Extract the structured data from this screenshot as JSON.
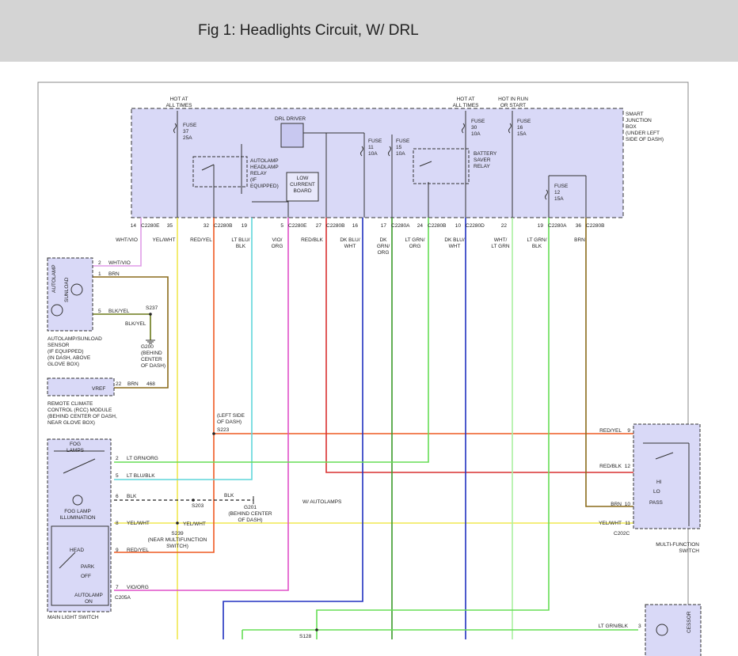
{
  "header": {
    "title": "Fig 1: Headlights Circuit, W/ DRL"
  },
  "sjb": {
    "hot_left": [
      "HOT AT",
      "ALL TIMES"
    ],
    "hot_right": [
      "HOT AT",
      "ALL TIMES"
    ],
    "hot_run": [
      "HOT IN RUN",
      "OR START"
    ],
    "name": [
      "SMART",
      "JUNCTION",
      "BOX",
      "(UNDER LEFT",
      "SIDE OF DASH)"
    ],
    "fuse37": [
      "FUSE",
      "37",
      "25A"
    ],
    "fuse30": [
      "FUSE",
      "30",
      "10A"
    ],
    "fuse16": [
      "FUSE",
      "16",
      "15A"
    ],
    "fuse11": [
      "FUSE",
      "11",
      "10A"
    ],
    "fuse15": [
      "FUSE",
      "15",
      "10A"
    ],
    "fuse12": [
      "FUSE",
      "12",
      "15A"
    ],
    "drl_driver": "DRL DRIVER",
    "autolamp_relay": [
      "AUTOLAMP",
      "HEADLAMP",
      "RELAY",
      "(IF",
      "EQUIPPED)"
    ],
    "low_current": [
      "LOW",
      "CURRENT",
      "BOARD"
    ],
    "battery_saver": [
      "BATTERY",
      "SAVER",
      "RELAY"
    ]
  },
  "pins": [
    {
      "num": "14",
      "conn": "C2280E"
    },
    {
      "num": "35",
      "conn": ""
    },
    {
      "num": "32",
      "conn": "C2280B"
    },
    {
      "num": "19",
      "conn": ""
    },
    {
      "num": "5",
      "conn": "C2280E"
    },
    {
      "num": "27",
      "conn": "C2280B"
    },
    {
      "num": "16",
      "conn": ""
    },
    {
      "num": "17",
      "conn": "C2280A"
    },
    {
      "num": "24",
      "conn": "C2280B"
    },
    {
      "num": "10",
      "conn": "C2280D"
    },
    {
      "num": "22",
      "conn": ""
    },
    {
      "num": "19",
      "conn": "C2280A"
    },
    {
      "num": "36",
      "conn": "C2280B"
    }
  ],
  "wire_labels": [
    [
      "WHT/VIO"
    ],
    [
      "YEL/WHT"
    ],
    [
      "RED/YEL"
    ],
    [
      "LT BLU/",
      "BLK"
    ],
    [
      "VIO/",
      "ORG"
    ],
    [
      "RED/BLK"
    ],
    [
      "DK BLU/",
      "WHT"
    ],
    [
      "DK",
      "GRN/",
      "ORG"
    ],
    [
      "LT GRN/",
      "ORG"
    ],
    [
      "DK BLU/",
      "WHT"
    ],
    [
      "WHT/",
      "LT GRN"
    ],
    [
      "LT GRN/",
      "BLK"
    ],
    [
      "BRN"
    ]
  ],
  "sensor": {
    "autolamp": "AUTOLAMP",
    "sunload": "SUNLOAD",
    "name": [
      "AUTOLAMP/SUNLOAD",
      "SENSOR",
      "(IF EQUIPPED)",
      "(IN DASH, ABOVE",
      "GLOVE BOX)"
    ],
    "pins": [
      {
        "num": "2",
        "wire": "WHT/VIO"
      },
      {
        "num": "1",
        "wire": "BRN"
      },
      {
        "num": "5",
        "wire": "BLK/YEL"
      }
    ],
    "splice": "S237",
    "ground_wire": "BLK/YEL",
    "ground": [
      "G200",
      "(BEHIND",
      "CENTER",
      "OF DASH)"
    ]
  },
  "rcc": {
    "vref": "VREF",
    "pin": "22",
    "wire": "BRN",
    "circuit": "468",
    "name": [
      "REMOTE CLIMATE",
      "CONTROL (RCC) MODULE",
      "(BEHIND CENTER OF DASH,",
      "NEAR GLOVE BOX)"
    ]
  },
  "s223": {
    "note": [
      "(LEFT SIDE",
      "OF DASH)"
    ],
    "id": "S223"
  },
  "mls": {
    "fog_lamps": [
      "FOG",
      "LAMPS"
    ],
    "fog_illum": [
      "FOG LAMP",
      "ILLUMINATION"
    ],
    "head": "HEAD",
    "park": "PARK",
    "off": "OFF",
    "autolamp_on": [
      "AUTOLAMP",
      "ON"
    ],
    "name": "MAIN LIGHT SWITCH",
    "connector": "C205A",
    "pins": [
      {
        "num": "2",
        "wire": "LT GRN/ORG"
      },
      {
        "num": "5",
        "wire": "LT BLU/BLK"
      },
      {
        "num": "6",
        "wire": "BLK"
      },
      {
        "num": "8",
        "wire": "YEL/WHT"
      },
      {
        "num": "9",
        "wire": "RED/YEL"
      },
      {
        "num": "7",
        "wire": "VIO/ORG"
      }
    ],
    "s203": "S203",
    "blk2": "BLK",
    "g201": [
      "G201",
      "(BEHIND CENTER",
      "OF DASH)"
    ],
    "w_autolamps": "W/ AUTOLAMPS",
    "yelwht2": "YEL/WHT",
    "s239": [
      "S239",
      "(NEAR MULTIFUNCTION",
      "SWITCH)"
    ]
  },
  "mfs": {
    "pins": [
      {
        "num": "9",
        "wire": "RED/YEL"
      },
      {
        "num": "12",
        "wire": "RED/BLK"
      },
      {
        "num": "10",
        "wire": "BRN"
      },
      {
        "num": "11",
        "wire": "YEL/WHT"
      }
    ],
    "hi": "HI",
    "lo": "LO",
    "pass": "PASS",
    "connector": "C202C",
    "name": [
      "MULTI-FUNCTION",
      "SWITCH"
    ]
  },
  "bottom": {
    "s128": "S128",
    "wire": "LT GRN/BLK",
    "pin": "3",
    "cessor": "CESSOR"
  },
  "colors": {
    "box_fill": "#d9d9f7",
    "violet_wire": "#e09ce8",
    "yellow_wire": "#f0e850",
    "orange_wire": "#ee5a22",
    "cyan_wire": "#5fd6da",
    "magenta_wire": "#e050c8",
    "red_wire": "#d83030",
    "blue_wire": "#2030c0",
    "dkgreen_wire": "#3a9a2a",
    "green_wire": "#66dd55",
    "brown_wire": "#8a6a1a",
    "ltgreen_wire": "#aaf0a0"
  }
}
